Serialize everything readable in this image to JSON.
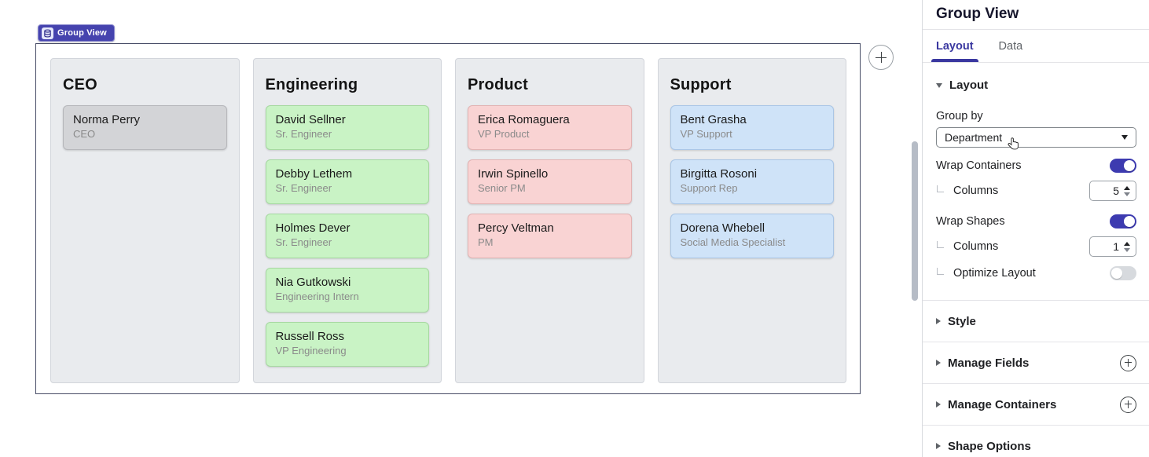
{
  "badge": {
    "label": "Group View",
    "icon": "database-icon"
  },
  "canvas": {
    "groups": [
      {
        "name": "CEO",
        "color": "#d3d4d7",
        "members": [
          {
            "name": "Norma Perry",
            "role": "CEO"
          }
        ]
      },
      {
        "name": "Engineering",
        "color": "#c9f3c5",
        "members": [
          {
            "name": "David Sellner",
            "role": "Sr. Engineer"
          },
          {
            "name": "Debby Lethem",
            "role": "Sr. Engineer"
          },
          {
            "name": "Holmes Dever",
            "role": "Sr. Engineer"
          },
          {
            "name": "Nia Gutkowski",
            "role": "Engineering Intern"
          },
          {
            "name": "Russell Ross",
            "role": "VP Engineering"
          }
        ]
      },
      {
        "name": "Product",
        "color": "#f9d3d3",
        "members": [
          {
            "name": "Erica Romaguera",
            "role": "VP Product"
          },
          {
            "name": "Irwin Spinello",
            "role": "Senior PM"
          },
          {
            "name": "Percy Veltman",
            "role": "PM"
          }
        ]
      },
      {
        "name": "Support",
        "color": "#cfe3f8",
        "members": [
          {
            "name": "Bent Grasha",
            "role": "VP Support"
          },
          {
            "name": "Birgitta Rosoni",
            "role": "Support Rep"
          },
          {
            "name": "Dorena Whebell",
            "role": "Social Media Specialist"
          }
        ]
      }
    ]
  },
  "panel": {
    "title": "Group View",
    "tabs": [
      {
        "label": "Layout",
        "active": true
      },
      {
        "label": "Data",
        "active": false
      }
    ],
    "layout_section": {
      "title": "Layout",
      "group_by_label": "Group by",
      "group_by_value": "Department",
      "wrap_containers_label": "Wrap Containers",
      "wrap_containers_on": true,
      "wrap_containers_columns_label": "Columns",
      "wrap_containers_columns": "5",
      "wrap_shapes_label": "Wrap Shapes",
      "wrap_shapes_on": true,
      "wrap_shapes_columns_label": "Columns",
      "wrap_shapes_columns": "1",
      "optimize_layout_label": "Optimize Layout",
      "optimize_layout_on": false
    },
    "sections": [
      {
        "label": "Style",
        "has_add_button": false
      },
      {
        "label": "Manage Fields",
        "has_add_button": true
      },
      {
        "label": "Manage Containers",
        "has_add_button": true
      },
      {
        "label": "Shape Options",
        "has_add_button": false
      }
    ]
  },
  "icons": {
    "badge": "database-icon",
    "expanded_section": "triangle-down",
    "collapsed_section": "triangle-right",
    "dropdown": "caret-down",
    "stepper": "up-down-arrows",
    "add": "plus-circle",
    "cursor": "hand-pointer"
  },
  "colors": {
    "accent_indigo": "#3d3bb0",
    "badge_bg": "#4543ae",
    "column_bg": "#e9ebee",
    "card_gray": "#d3d4d7",
    "card_green": "#c9f3c5",
    "card_pink": "#f9d3d3",
    "card_blue": "#cfe3f8",
    "toggle_off": "#d7dade",
    "canvas_border": "#474c66"
  }
}
